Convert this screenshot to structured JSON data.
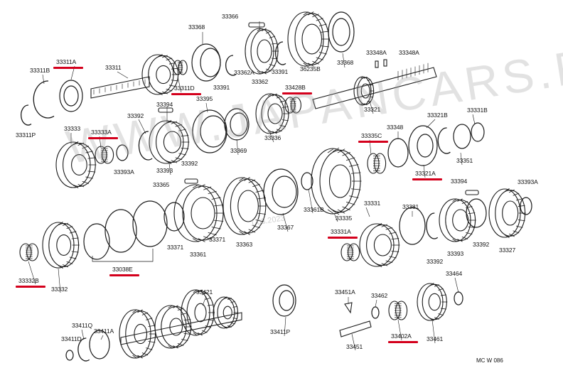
{
  "watermark": "WWW.JAPANCARS.RU",
  "watermark_date": "1.03.2023",
  "diagram_code": "MC   W 086",
  "highlight_color": "#d4001c",
  "labels": [
    {
      "id": "33366",
      "text": "33366"
    },
    {
      "id": "33368a",
      "text": "33368"
    },
    {
      "id": "33311A",
      "text": "33311A",
      "hl": true
    },
    {
      "id": "33311B",
      "text": "33311B"
    },
    {
      "id": "33311",
      "text": "33311"
    },
    {
      "id": "33311D",
      "text": "33311D",
      "hl": true
    },
    {
      "id": "33391a",
      "text": "33391"
    },
    {
      "id": "33362A",
      "text": "33362A"
    },
    {
      "id": "33362",
      "text": "33362"
    },
    {
      "id": "33391b",
      "text": "33391"
    },
    {
      "id": "36235B",
      "text": "36235B"
    },
    {
      "id": "33368b",
      "text": "33368"
    },
    {
      "id": "33348Aa",
      "text": "33348A"
    },
    {
      "id": "33348Ab",
      "text": "33348A"
    },
    {
      "id": "33428B",
      "text": "33428B",
      "hl": true
    },
    {
      "id": "33321",
      "text": "33321"
    },
    {
      "id": "33394a",
      "text": "33394"
    },
    {
      "id": "33395",
      "text": "33395"
    },
    {
      "id": "33392a",
      "text": "33392"
    },
    {
      "id": "33311P",
      "text": "33311P"
    },
    {
      "id": "33333",
      "text": "33333"
    },
    {
      "id": "33333A",
      "text": "33333A",
      "hl": true
    },
    {
      "id": "33393A",
      "text": "33393A"
    },
    {
      "id": "33393a",
      "text": "33393"
    },
    {
      "id": "33392b",
      "text": "33392"
    },
    {
      "id": "33369",
      "text": "33369"
    },
    {
      "id": "33336",
      "text": "33336"
    },
    {
      "id": "33335C",
      "text": "33335C",
      "hl": true
    },
    {
      "id": "33348",
      "text": "33348"
    },
    {
      "id": "33321B",
      "text": "33321B"
    },
    {
      "id": "33331B",
      "text": "33331B"
    },
    {
      "id": "33351",
      "text": "33351"
    },
    {
      "id": "33321A",
      "text": "33321A",
      "hl": true
    },
    {
      "id": "33365",
      "text": "33365"
    },
    {
      "id": "33361B",
      "text": "33361B"
    },
    {
      "id": "33394b",
      "text": "33394"
    },
    {
      "id": "33393Ab",
      "text": "33393A"
    },
    {
      "id": "33331",
      "text": "33331"
    },
    {
      "id": "33381",
      "text": "33381"
    },
    {
      "id": "33335",
      "text": "33335"
    },
    {
      "id": "33367",
      "text": "33367"
    },
    {
      "id": "33371a",
      "text": "33371"
    },
    {
      "id": "33371b",
      "text": "33371"
    },
    {
      "id": "33361",
      "text": "33361"
    },
    {
      "id": "33363",
      "text": "33363"
    },
    {
      "id": "33331A",
      "text": "33331A",
      "hl": true
    },
    {
      "id": "33393b",
      "text": "33393"
    },
    {
      "id": "33392c",
      "text": "33392"
    },
    {
      "id": "33392d",
      "text": "33392"
    },
    {
      "id": "33327",
      "text": "33327"
    },
    {
      "id": "33332B",
      "text": "33332B",
      "hl": true
    },
    {
      "id": "33332",
      "text": "33332"
    },
    {
      "id": "33038E",
      "text": "33038E",
      "hl": true
    },
    {
      "id": "33421",
      "text": "33421"
    },
    {
      "id": "33411P",
      "text": "33411P"
    },
    {
      "id": "33411Q",
      "text": "33411Q"
    },
    {
      "id": "33411A",
      "text": "33411A"
    },
    {
      "id": "33411D",
      "text": "33411D"
    },
    {
      "id": "33451A",
      "text": "33451A"
    },
    {
      "id": "33462",
      "text": "33462"
    },
    {
      "id": "33464",
      "text": "33464"
    },
    {
      "id": "33451",
      "text": "33451"
    },
    {
      "id": "33402A",
      "text": "33402A",
      "hl": true
    },
    {
      "id": "33461",
      "text": "33461"
    }
  ]
}
